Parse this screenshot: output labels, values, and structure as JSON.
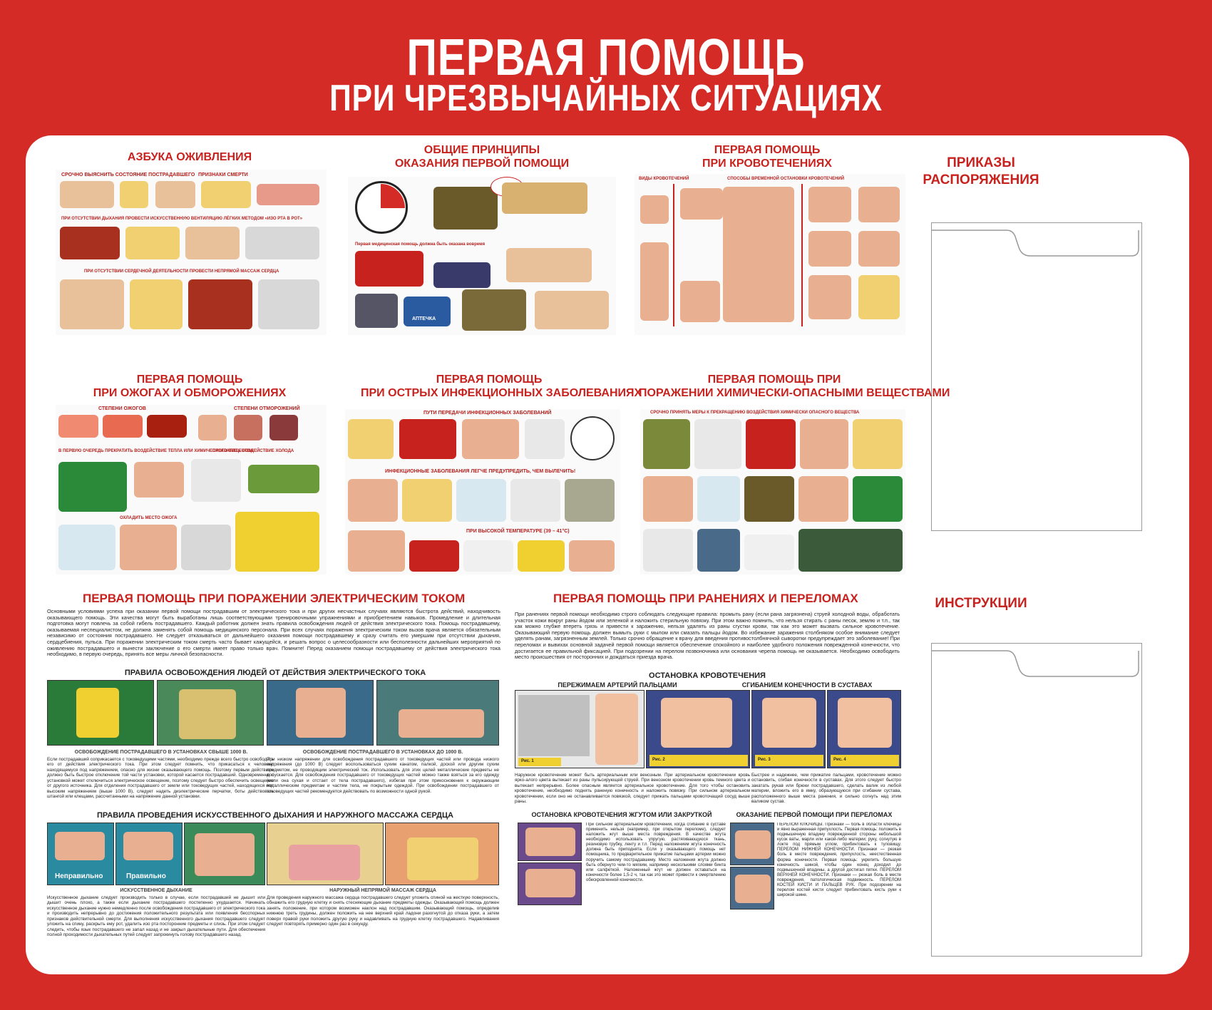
{
  "header": {
    "title_line1": "ПЕРВАЯ ПОМОЩЬ",
    "title_line2": "ПРИ ЧРЕЗВЫЧАЙНЫХ СИТУАЦИЯХ"
  },
  "colors": {
    "background": "#d52b27",
    "heading": "#c8221f",
    "board": "#ffffff"
  },
  "sections": {
    "revival": {
      "title": "АЗБУКА ОЖИВЛЕНИЯ",
      "labels": [
        "СРОЧНО ВЫЯСНИТЬ СОСТОЯНИЕ ПОСТРАДАВШЕГО",
        "ПРИЗНАКИ СМЕРТИ",
        "ПРИ ОТСУТСТВИИ ДЫХАНИЯ ПРОВЕСТИ ИСКУССТВЕННУЮ ВЕНТИЛЯЦИЮ ЛЁГКИХ МЕТОДОМ «ИЗО РТА В РОТ»",
        "ПРИ ОТСУТСТВИИ СЕРДЕЧНОЙ ДЕЯТЕЛЬНОСТИ ПРОВЕСТИ НЕПРЯМОЙ МАССАЖ СЕРДЦА"
      ]
    },
    "principles": {
      "title_line1": "ОБЩИЕ ПРИНЦИПЫ",
      "title_line2": "ОКАЗАНИЯ ПЕРВОЙ ПОМОЩИ",
      "labels": [
        "Первая медицинская помощь должна быть оказана вовремя",
        "АПТЕЧКА"
      ]
    },
    "bleeding": {
      "title_line1": "ПЕРВАЯ ПОМОЩЬ",
      "title_line2": "ПРИ КРОВОТЕЧЕНИЯХ",
      "labels": [
        "ВИДЫ КРОВОТЕЧЕНИЙ",
        "СПОСОБЫ ВРЕМЕННОЙ ОСТАНОВКИ КРОВОТЕЧЕНИЙ"
      ]
    },
    "burns": {
      "title_line1": "ПЕРВАЯ ПОМОЩЬ",
      "title_line2": "ПРИ ОЖОГАХ И ОБМОРОЖЕНИЯХ",
      "labels": [
        "СТЕПЕНИ ОЖОГОВ",
        "СТЕПЕНИ ОТМОРОЖЕНИЙ",
        "В ПЕРВУЮ ОЧЕРЕДЬ ПРЕКРАТИТЬ ВОЗДЕЙСТВИЕ ТЕПЛА ИЛИ ХИМИЧЕСКОГО ВЕЩЕСТВА",
        "ПРЕКРАТИТЬ ВОЗДЕЙСТВИЕ ХОЛОДА",
        "ОХЛАДИТЬ МЕСТО ОЖОГА"
      ]
    },
    "infections": {
      "title_line1": "ПЕРВАЯ ПОМОЩЬ",
      "title_line2": "ПРИ ОСТРЫХ ИНФЕКЦИОННЫХ ЗАБОЛЕВАНИЯХ",
      "labels": [
        "ПУТИ ПЕРЕДАЧИ ИНФЕКЦИОННЫХ ЗАБОЛЕВАНИЙ",
        "ИНФЕКЦИОННЫЕ ЗАБОЛЕВАНИЯ ЛЕГЧЕ ПРЕДУПРЕДИТЬ, ЧЕМ ВЫЛЕЧИТЬ!",
        "ПРИ ВЫСОКОЙ ТЕМПЕРАТУРЕ (39 – 41°C)"
      ]
    },
    "chemical": {
      "title_line1": "ПЕРВАЯ ПОМОЩЬ ПРИ",
      "title_line2": "ПОРАЖЕНИИ ХИМИЧЕСКИ-ОПАСНЫМИ ВЕЩЕСТВАМИ",
      "labels": [
        "СРОЧНО ПРИНЯТЬ МЕРЫ К ПРЕКРАЩЕНИЮ ВОЗДЕЙСТВИЯ ХИМИЧЕСКИ ОПАСНОГО ВЕЩЕСТВА"
      ]
    },
    "electric": {
      "title": "ПЕРВАЯ ПОМОЩЬ ПРИ ПОРАЖЕНИИ ЭЛЕКТРИЧЕСКИМ ТОКОМ",
      "intro": "Основными условиями успеха при оказании первой помощи пострадавшим от электрического тока и при других несчастных случаях являются быстрота действий, находчивость оказывающего помощь. Эти качества могут быть выработаны лишь соответствующими тренировочными упражнениями и приобретением навыков. Промедление и длительная подготовка могут повлечь за собой гибель пострадавшего. Каждый работник должен знать правила освобождения людей от действия электрического тока. Помощь пострадавшему, оказываемая неспециалистом, не должна заменять собой помощь медицинского персонала. При всех случаях поражения электрическим током вызов врача является обязательным независимо от состояния пострадавшего. Не следует отказываться от дальнейшего оказания помощи пострадавшему и сразу считать его умершим при отсутствии дыхания, сердцебиения, пульса. При поражении электрическим током смерть часто бывает кажущейся, и решать вопрос о целесообразности или бесполезности дальнейших мероприятий по оживлению пострадавшего и вынести заключение о его смерти имеет право только врач. Помните! Перед оказанием помощи пострадавшему от действия электрического тока необходимо, в первую очередь, принять все меры личной безопасности.",
      "rules_title": "ПРАВИЛА ОСВОБОЖДЕНИЯ ЛЮДЕЙ ОТ ДЕЙСТВИЯ ЭЛЕКТРИЧЕСКОГО ТОКА",
      "caption_high": "ОСВОБОЖДЕНИЕ ПОСТРАДАВШЕГО В УСТАНОВКАХ СВЫШЕ 1000 В.",
      "caption_low": "ОСВОБОЖДЕНИЕ ПОСТРАДАВШЕГО В УСТАНОВКАХ ДО 1000 В.",
      "text_high": "Если пострадавший соприкасается с токоведущими частями, необходимо прежде всего быстро освободить его от действия электрического тока. При этом следует помнить, что прикасаться к человеку, находящемуся под напряжением, опасно для жизни оказывающего помощь. Поэтому первым действием должно быть быстрое отключение той части установки, которой касается пострадавший. Одновременно с установкой может отключиться электрическое освещение, поэтому следует быстро обеспечить освещение от другого источника. Для отделения пострадавшего от земли или токоведущих частей, находящихся под высоким напряжением (выше 1000 В), следует надеть диэлектрические перчатки, боты действовать штангой или клещами, рассчитанными на напряжение данной установки.",
      "text_low": "При низком напряжении для освобождения пострадавшего от токоведущих частей или провода низкого напряжения (до 1000 В) следует воспользоваться сухим канатом, палкой, доской или другим сухим предметом, не проводящим электрический ток. Использовать для этих целей металлические предметы не допускается. Для освобождения пострадавшего от токоведущих частей можно также взяться за его одежду (если она сухая и отстает от тела пострадавшего), избегая при этом прикосновения к окружающим металлическим предметам и частям тела, не покрытым одеждой. При освобождении пострадавшего от токоведущих частей рекомендуется действовать по возможности одной рукой.",
      "cpr_title": "ПРАВИЛА ПРОВЕДЕНИЯ ИСКУССТВЕННОГО ДЫХАНИЯ И НАРУЖНОГО МАССАЖА СЕРДЦА",
      "tag_wrong": "Неправильно",
      "tag_right": "Правильно",
      "caption_breath": "ИСКУССТВЕННОЕ ДЫХАНИЕ",
      "caption_massage": "НАРУЖНЫЙ НЕПРЯМОЙ МАССАЖ СЕРДЦА",
      "text_breath": "Искусственное дыхание следует производить только в случае, если пострадавший не дышит или дышит очень плохо, а также если дыхание пострадавшего постепенно ухудшается. Начинать искусственное дыхание нужно немедленно после освобождения пострадавшего от электрического тока и производить непрерывно до достижения положительного результата или появления бесспорных признаков действительной смерти. Для выполнения искусственного дыхания пострадавшего следует уложить на спину, раскрыть ему рот, удалить изо рта посторонние предметы и слизь. При этом следует следить, чтобы язык пострадавшего не запал назад и не закрыл дыхательные пути. Для обеспечения полной проходимости дыхательных путей следует запрокинуть голову пострадавшего назад.",
      "text_massage": "Для проведения наружного массажа сердца пострадавшего следует уложить спиной на жесткую поверхность, обнажить его грудную клетку и снять стесняющие дыхание предметы одежды. Оказывающий помощь должен занять положение, при котором возможен наклон над пострадавшим. Оказывающий помощь, определив нижнюю треть грудины, должен положить на нее верхний край ладони разогнутой до отказа руки, а затем поверх правой руки положить другую руку и надавливать на грудную клетку пострадавшего. Надавливания следует повторять примерно один раз в секунду."
    },
    "wounds": {
      "title": "ПЕРВАЯ ПОМОЩЬ ПРИ РАНЕНИЯХ И ПЕРЕЛОМАХ",
      "intro": "При ранениях первой помощи необходимо строго соблюдать следующие правила: промыть рану (если рана загрязнена) струей холодной воды, обработать участок кожи вокруг раны йодом или зеленкой и наложить стерильную повязку. При этом важно помнить, что нельзя стирать с раны песок, землю и т.п., так как можно глубже втереть грязь и привести к заражению, нельзя удалять из раны сгустки крови, так как это может вызвать сильное кровотечение. Оказывающий первую помощь должен вымыть руки с мылом или смазать пальцы йодом. Во избежание заражения столбняком особое внимание следует уделять ранам, загрязненным землей. Только срочно обращение к врачу для введения противостолбнячной сыворотки предупреждает это заболевание! При переломах и вывихах основной задачей первой помощи является обеспечение спокойного и наиболее удобного положения поврежденной конечности, что достигается ее правильной фиксацией. При подозрении на перелом позвоночника или основания черепа помощь не оказывается. Необходимо освободить место происшествия от посторонних и дождаться приезда врача.",
      "bleeding_title": "ОСТАНОВКА КРОВОТЕЧЕНИЯ",
      "sub_fingers": "ПЕРЕЖИМАЕМ АРТЕРИЙ ПАЛЬЦАМИ",
      "sub_flexion": "СГИБАНИЕМ КОНЕЧНОСТИ В СУСТАВАХ",
      "fig1": "Рис. 1",
      "fig2": "Рис. 2",
      "fig3": "Рис. 3",
      "fig4": "Рис. 4",
      "text_fingers": "Наружное кровотечение может быть артериальным или венозным. При артериальном кровотечении кровь ярко-алого цвета вытекает из раны пульсирующей струей. При венозном кровотечении кровь темного цвета и вытекает непрерывно. Более опасным является артериальное кровотечение. Для того чтобы остановить кровотечение, необходимо поднять раненую конечность и наложить повязку. При сильном артериальном кровотечении, если оно не останавливается повязкой, следует прижать пальцами кровоточащий сосуд выше раны.",
      "text_flexion": "Быстрее и надежнее, чем прижатие пальцами, кровотечение можно остановить, сгибая конечности в суставах. Для этого следует быстро закатать рукав или брюки пострадавшего, сделать валик из любой материи, вложить его в ямку, образующуюся при сгибании сустава, расположенного выше места ранения, и сильно согнуть над этим валиком сустав.",
      "tourniquet_title": "ОСТАНОВКА КРОВОТЕЧЕНИЯ ЖГУТОМ ИЛИ ЗАКРУТКОЙ",
      "fractures_title": "ОКАЗАНИЕ ПЕРВОЙ ПОМОЩИ ПРИ ПЕРЕЛОМАХ",
      "text_tourniquet": "При сильном артериальном кровотечении, когда сгибание в суставе применить нельзя (например, при открытом переломе), следует наложить жгут выше места повреждения. В качестве жгута необходимо использовать упругую, растягивающуюся ткань, резиновую трубку, ленту и т.п. Перед наложением жгута конечность должна быть приподнята. Если у оказывающего помощь нет помощника, то предварительное прижатие пальцами артерии можно поручить самому пострадавшему. Место наложения жгута должно быть обернуто чем-то мягким, например несколькими слоями бинта или салфеткой. Наложенный жгут не должен оставаться на конечности более 1,5-2 ч, так как это может привести к омертвлению обескровленной конечности.",
      "text_fractures": "ПЕРЕЛОМ КЛЮЧИЦЫ. Признаки — боль в области ключицы и явно выраженная припухлость. Первая помощь: положить в подмышечную впадину поврежденной стороны небольшой кусок ваты, марли или какой-либо материи; руку, согнутую в локте под прямым углом, прибинтовать к туловищу. ПЕРЕЛОМ НИЖНЕЙ КОНЕЧНОСТИ. Признаки — резкая боль в месте повреждения, припухлость, неестественная форма конечности. Первая помощь: укрепить большую конечность шиной, чтобы один конец доходил до подмышечной впадины, а другой достигал пятки. ПЕРЕЛОМ ВЕРХНЕЙ КОНЕЧНОСТИ. Признаки — резкая боль в месте повреждения, патологическая подвижность. ПЕРЕЛОМ КОСТЕЙ КИСТИ И ПАЛЬЦЕВ РУК. При подозрении на перелом костей кисти следует прибинтовать кисть руки к широкой шине."
    },
    "orders": {
      "title_line1": "ПРИКАЗЫ",
      "title_line2": "РАСПОРЯЖЕНИЯ"
    },
    "instructions": {
      "title": "ИНСТРУКЦИИ"
    }
  }
}
